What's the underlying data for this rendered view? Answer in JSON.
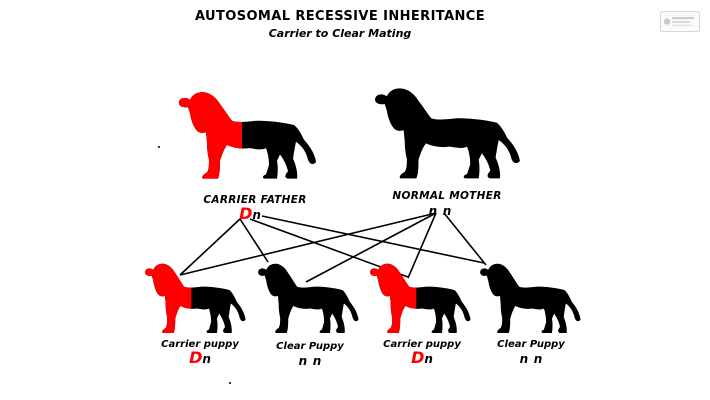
{
  "title": "AUTOSOMAL RECESSIVE INHERITANCE",
  "subtitle": "Carrier to Clear Mating",
  "colors": {
    "carrier": "#ff0000",
    "clear": "#000000"
  },
  "parents": {
    "father": {
      "label": "CARRIER FATHER",
      "allele1": "D",
      "allele2": "n"
    },
    "mother": {
      "label": "NORMAL MOTHER",
      "allele1": "n",
      "allele2": "n"
    }
  },
  "puppies": [
    {
      "label": "Carrier puppy",
      "allele1": "D",
      "allele2": "n"
    },
    {
      "label": "Clear Puppy",
      "allele1": "n",
      "allele2": "n"
    },
    {
      "label": "Carrier puppy",
      "allele1": "D",
      "allele2": "n"
    },
    {
      "label": "Clear Puppy",
      "allele1": "n",
      "allele2": "n"
    }
  ]
}
